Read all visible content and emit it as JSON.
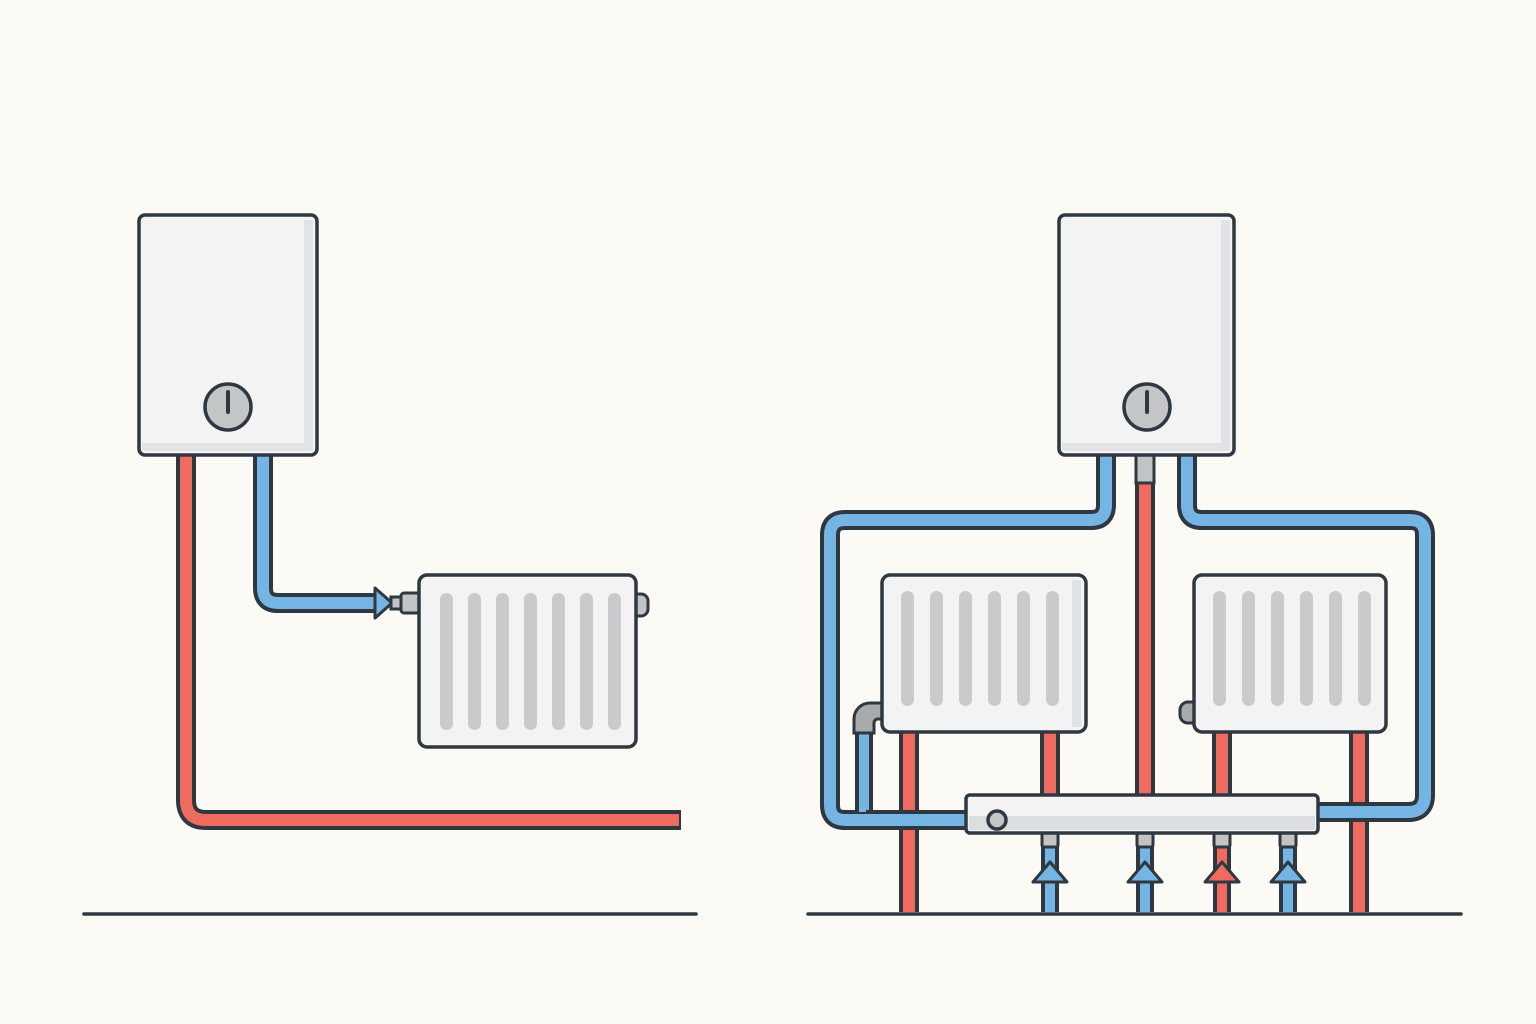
{
  "diagram": {
    "title": "",
    "colors": {
      "background": "#fcfaf4",
      "outline": "#2f3740",
      "hot_pipe": "#f06b5f",
      "cold_pipe": "#74b5e4",
      "appliance_body": "#f3f3f4",
      "radiator_fin": "#c9cacc",
      "fitting": "#c2c3c5"
    },
    "panels": [
      {
        "name": "single-radiator-system",
        "components": [
          "boiler",
          "radiator",
          "hot-pipe",
          "cold-pipe",
          "flow-arrow",
          "floor-line"
        ],
        "radiators": 1,
        "radiator_fins": 7
      },
      {
        "name": "manifold-system",
        "components": [
          "boiler",
          "radiator-left",
          "radiator-right",
          "manifold",
          "hot-pipes",
          "cold-pipes",
          "flow-arrows",
          "floor-line"
        ],
        "radiators": 2,
        "radiator_fins": 6,
        "manifold_outlets": [
          {
            "flow": "cold"
          },
          {
            "flow": "cold"
          },
          {
            "flow": "hot"
          },
          {
            "flow": "cold"
          }
        ]
      }
    ]
  }
}
